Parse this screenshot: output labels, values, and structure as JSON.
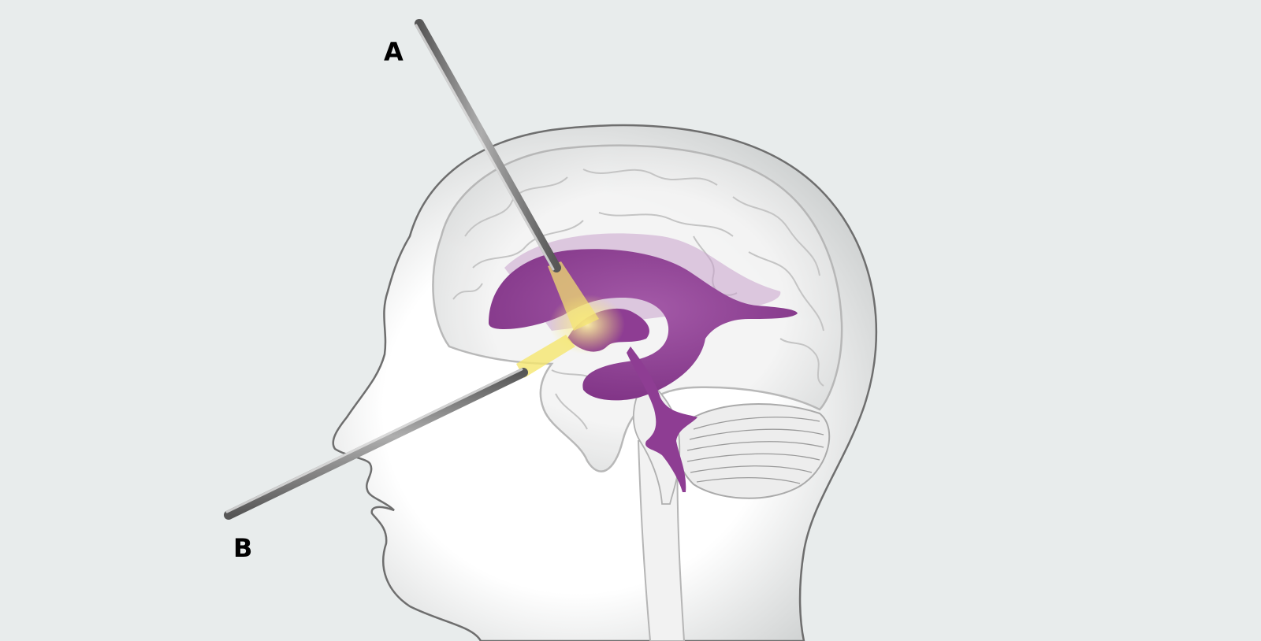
{
  "labels": {
    "a": "A",
    "b": "B"
  },
  "colors": {
    "background": "#e8ecec",
    "head_fill": "#ffffff",
    "head_outline": "#6e6e6e",
    "brain_outline": "#b8b8b8",
    "ventricles": "#8e3d93",
    "ventricles_light": "#c9a3cc",
    "target_glow": "#f5e66e",
    "probe": "#8a8a8a"
  },
  "icons": {
    "probe_a": "surgical-probe",
    "probe_b": "surgical-probe"
  }
}
